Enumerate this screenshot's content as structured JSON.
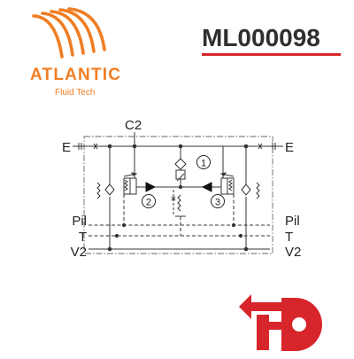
{
  "brand": {
    "name": "ATLANTIC",
    "tagline": "Fluid Tech",
    "color": "#f07d22"
  },
  "product": {
    "code": "ML000098",
    "underline_color": "#d7262b"
  },
  "schematic": {
    "ports": {
      "c2": "C2",
      "e_left": "E",
      "e_right": "E",
      "pil_left": "Pil",
      "pil_right": "Pil",
      "t_left": "T",
      "t_right": "T",
      "v2_left": "V2",
      "v2_right": "V2"
    },
    "callouts": [
      "1",
      "2",
      "3"
    ],
    "line_color": "#333333",
    "arrow_color": "#111111"
  },
  "fd_logo": {
    "color": "#d7262b"
  }
}
